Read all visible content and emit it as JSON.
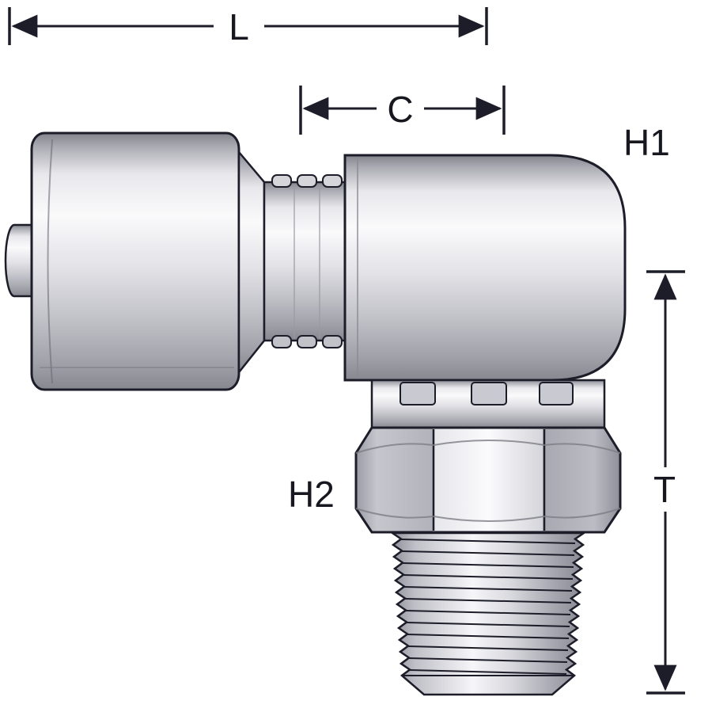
{
  "diagram": {
    "type": "technical-drawing",
    "subject": "90-degree hydraulic hose crimp coupling with male pipe thread, side elevation with dimension callouts",
    "colors": {
      "outline": "#1d1d29",
      "label": "#17171f",
      "background": "#ffffff",
      "metal_highlight": "#fafafb",
      "metal_shadow": "#83838c"
    },
    "dimensions": {
      "L": "L",
      "C": "C",
      "T": "T"
    },
    "hex_labels": {
      "H1": "H1",
      "H2": "H2"
    }
  }
}
